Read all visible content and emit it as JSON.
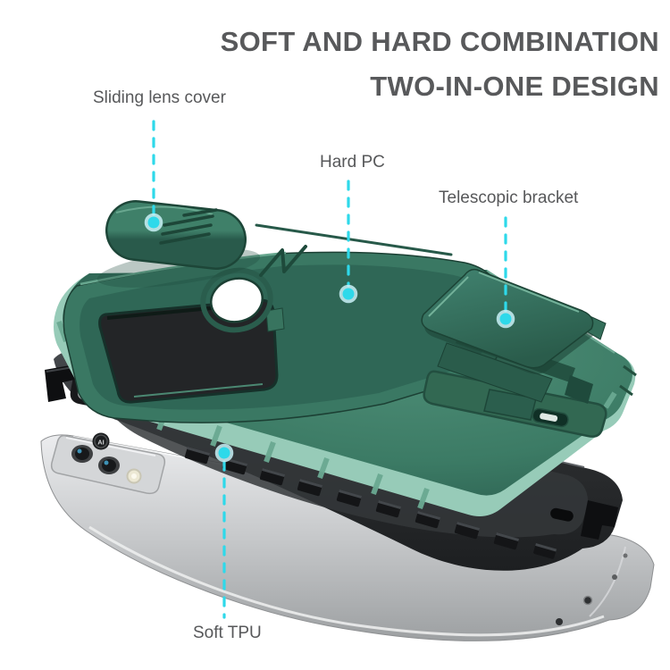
{
  "title": {
    "line1": "SOFT AND HARD COMBINATION",
    "line2": "TWO-IN-ONE DESIGN"
  },
  "callouts": {
    "sliding_lens_cover": {
      "label": "Sliding lens cover"
    },
    "hard_pc": {
      "label": "Hard PC"
    },
    "telescopic_bracket": {
      "label": "Telescopic bracket"
    },
    "soft_tpu": {
      "label": "Soft TPU"
    }
  },
  "phone": {
    "camera_badge": "AI"
  },
  "colors": {
    "background": "#ffffff",
    "title_gray": "#58595b",
    "label_gray": "#57585a",
    "accent_cyan": "#2ed9ea",
    "accent_halo": "#c9f1f7",
    "case_green": "#3a7863",
    "case_green_light": "#4e8e77",
    "case_green_dark": "#1c4335",
    "case_mint": "#97cbb8",
    "tpu_black": "#2b2d2f",
    "phone_silver": "#c9cbcd"
  }
}
